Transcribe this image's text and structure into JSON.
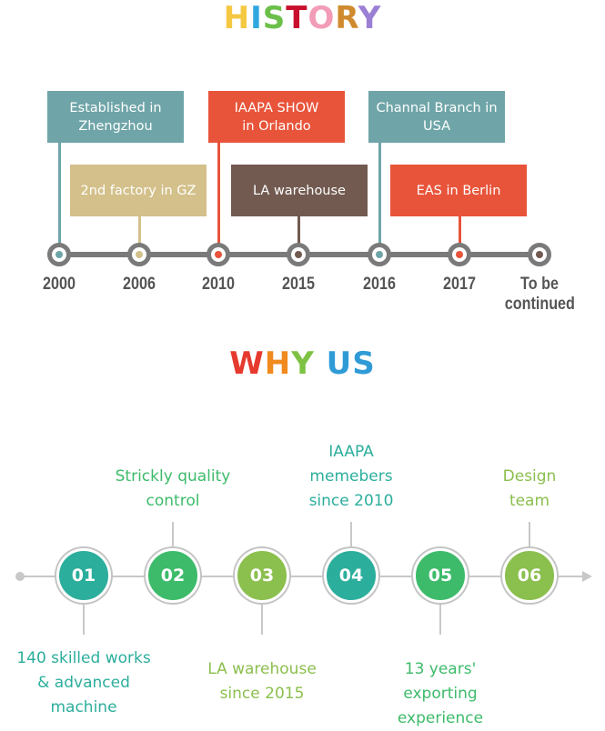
{
  "history": {
    "title": "HISTORY",
    "title_colors": [
      "#F5C842",
      "#2FA8E0",
      "#6CC04A",
      "#C8102E",
      "#F29CB7",
      "#D08A2E",
      "#9B7FD4"
    ],
    "events": [
      {
        "label": "Established in\nZhengzhou",
        "year": "2000",
        "color": "#6FA5A8",
        "row": "top"
      },
      {
        "label": "2nd factory in GZ",
        "year": "2006",
        "color": "#D3C08A",
        "row": "bottom"
      },
      {
        "label": "IAAPA SHOW\nin Orlando",
        "year": "2010",
        "color": "#E8543A",
        "row": "top"
      },
      {
        "label": "LA warehouse",
        "year": "2015",
        "color": "#725A50",
        "row": "bottom"
      },
      {
        "label": "Channal Branch in\nUSA",
        "year": "2016",
        "color": "#6FA5A8",
        "row": "top"
      },
      {
        "label": "EAS in Berlin",
        "year": "2017",
        "color": "#E8543A",
        "row": "bottom"
      }
    ],
    "final": {
      "year": "To be\ncontinued",
      "color": "#725A50"
    }
  },
  "why_us": {
    "title": "WHY US",
    "title_colors": [
      "#E63A2E",
      "#F08A1E",
      "#7DC242",
      "#2F9BD6",
      "#2F9BD6",
      "#2F9BD6"
    ],
    "items": [
      {
        "num": "01",
        "label": "140 skilled works\n& advanced\nmachine",
        "color": "#2CAE9C"
      },
      {
        "num": "02",
        "label": "Strickly quality\ncontrol",
        "color": "#3DBB6A"
      },
      {
        "num": "03",
        "label": "LA warehouse\nsince 2015",
        "color": "#8BBF4E"
      },
      {
        "num": "04",
        "label": "IAAPA\nmemebers\nsince 2010",
        "color": "#2CAE9C"
      },
      {
        "num": "05",
        "label": "13 years'\nexporting\nexperience",
        "color": "#3DBB6A"
      },
      {
        "num": "06",
        "label": "Design\nteam",
        "color": "#8BBF4E"
      }
    ]
  }
}
